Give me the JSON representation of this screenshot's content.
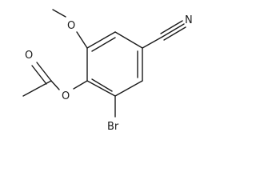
{
  "atoms": {
    "methoxy_oxygen": "O",
    "carbonyl_oxygen": "O",
    "ester_oxygen": "O",
    "nitrile_nitrogen": "N",
    "bromine": "Br"
  }
}
